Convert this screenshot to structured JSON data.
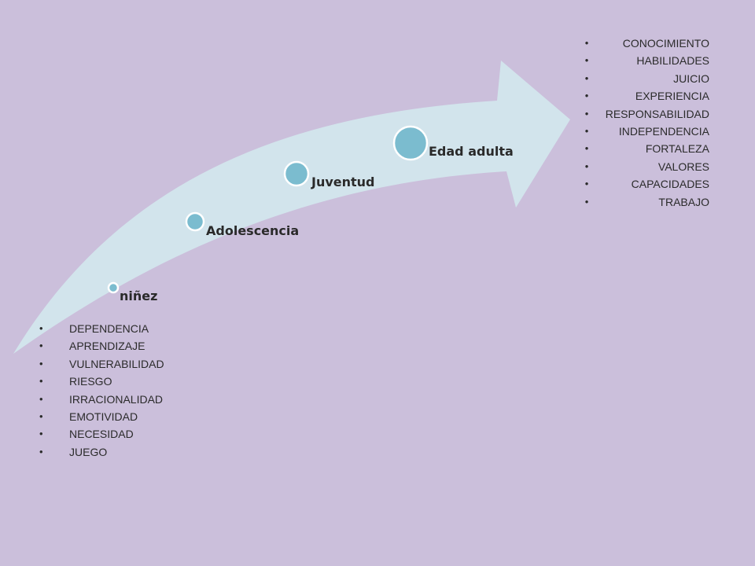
{
  "colors": {
    "background": "#cbbfdb",
    "arrow_fill": "#d2e4ec",
    "node_fill": "#7bbccf",
    "node_stroke": "#ffffff"
  },
  "stages": [
    {
      "label": "niñez"
    },
    {
      "label": "Adolescencia"
    },
    {
      "label": "Juventud"
    },
    {
      "label": "Edad adulta"
    }
  ],
  "left_list": {
    "items": [
      "DEPENDENCIA",
      "APRENDIZAJE",
      "VULNERABILIDAD",
      "RIESGO",
      "IRRACIONALIDAD",
      "EMOTIVIDAD",
      "NECESIDAD",
      "JUEGO"
    ]
  },
  "right_list": {
    "items": [
      "CONOCIMIENTO",
      "HABILIDADES",
      "JUICIO",
      "EXPERIENCIA",
      "RESPONSABILIDAD",
      "INDEPENDENCIA",
      "FORTALEZA",
      "VALORES",
      "CAPACIDADES",
      "TRABAJO"
    ]
  }
}
